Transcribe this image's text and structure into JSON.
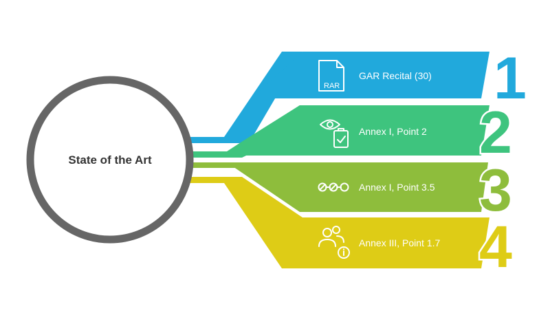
{
  "center": {
    "label": "State of the Art"
  },
  "colors": {
    "ring": "#666666",
    "background": "#ffffff",
    "items": [
      "#21a9dc",
      "#3ec47e",
      "#8ebd3c",
      "#decc16"
    ]
  },
  "items": [
    {
      "number": "1",
      "label": "GAR Recital (30)",
      "icon": "rar-file-icon"
    },
    {
      "number": "2",
      "label": "Annex I, Point 2",
      "icon": "eye-clipboard-icon"
    },
    {
      "number": "3",
      "label": "Annex I, Point 3.5",
      "icon": "linked-circles-icon"
    },
    {
      "number": "4",
      "label": "Annex III, Point 1.7",
      "icon": "users-info-icon"
    }
  ]
}
